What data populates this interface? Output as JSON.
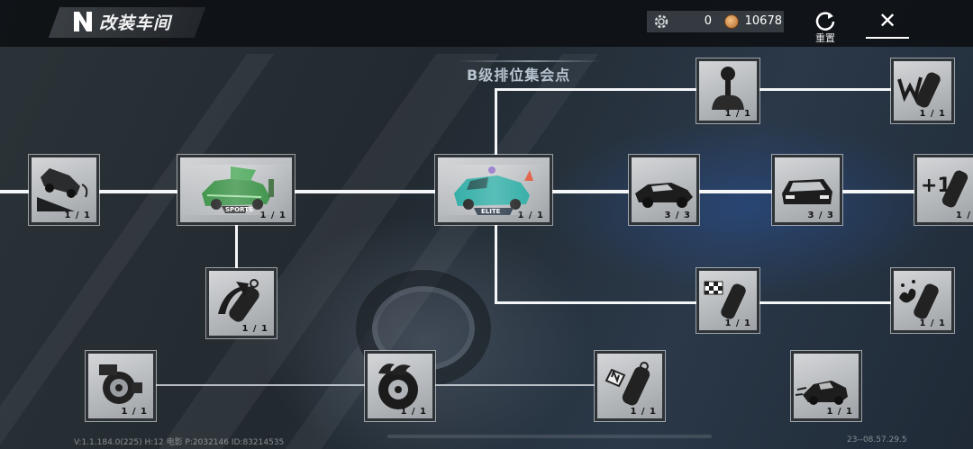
{
  "header": {
    "title": "改装车间",
    "currency_parts": "0",
    "currency_coins": "10678",
    "reset_label": "重置",
    "close_label": "✕"
  },
  "section_title": "B级排位集会点",
  "nodes": [
    {
      "id": "car-ramp",
      "icon": "car-ramp-icon",
      "count": "1 / 1"
    },
    {
      "id": "sports",
      "icon": "sports-car-icon",
      "badge": "SPORTS",
      "count": "1 / 1"
    },
    {
      "id": "elite",
      "icon": "elite-car-icon",
      "badge": "ELITE",
      "count": "1 / 1"
    },
    {
      "id": "nitro-up",
      "icon": "nitro-boost-up-icon",
      "count": "1 / 1"
    },
    {
      "id": "turbo",
      "icon": "turbo-icon",
      "count": "1 / 1"
    },
    {
      "id": "fire-wheel",
      "icon": "fire-wheel-icon",
      "count": "1 / 1"
    },
    {
      "id": "nitro-n",
      "icon": "nitro-n-icon",
      "count": "1 / 1"
    },
    {
      "id": "drift-car",
      "icon": "drift-car-icon",
      "count": "1 / 1"
    },
    {
      "id": "gear-shift",
      "icon": "gear-shift-icon",
      "count": "1 / 1"
    },
    {
      "id": "nitro-w",
      "icon": "nitro-w-icon",
      "count": "1 / 1"
    },
    {
      "id": "car-side",
      "icon": "car-side-icon",
      "count": "3 / 3"
    },
    {
      "id": "car-front",
      "icon": "car-front-icon",
      "count": "3 / 3"
    },
    {
      "id": "nitro-plus1",
      "icon": "nitro-plus-one-icon",
      "count": "1 /"
    },
    {
      "id": "nitro-flag",
      "icon": "nitro-flag-icon",
      "count": "1 / 1"
    },
    {
      "id": "nitro-splash",
      "icon": "nitro-splash-icon",
      "count": "1 / 1"
    }
  ],
  "footer": {
    "version": "V:1.1.184.0(225) H:12 电影 P:2032146 ID:83214535",
    "time": "23--08.57.29.5"
  },
  "colors": {
    "line": "#f4f6f8",
    "node_bg": "#c6c9cc",
    "topbar": "#0c0f12"
  }
}
